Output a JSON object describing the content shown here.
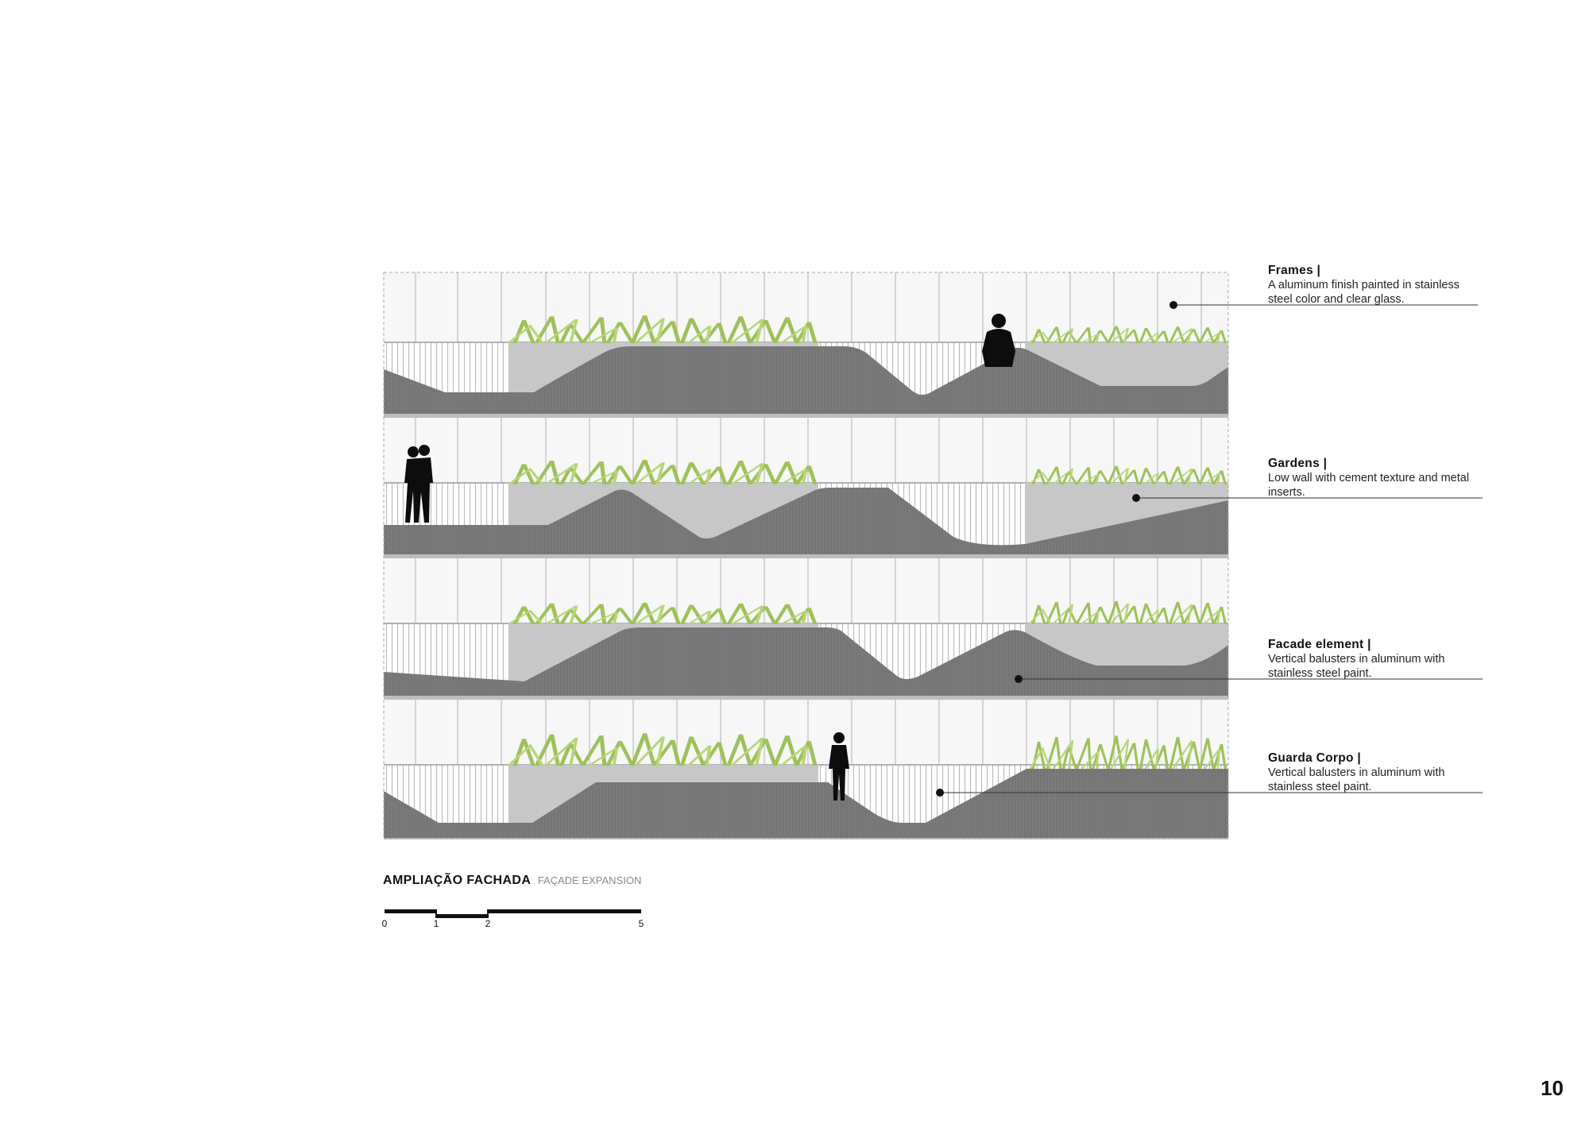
{
  "annotations": [
    {
      "title": "Frames |",
      "text_line1": "A aluminum finish painted in stainless",
      "text_line2": "steel color and clear glass."
    },
    {
      "title": "Gardens |",
      "text_line1": "Low wall with cement texture and metal",
      "text_line2": "inserts."
    },
    {
      "title": "Facade element |",
      "text_line1": "Vertical balusters in aluminum with",
      "text_line2": "stainless steel paint."
    },
    {
      "title": "Guarda Corpo |",
      "text_line1": "Vertical balusters in aluminum with",
      "text_line2": "stainless steel paint."
    }
  ],
  "drawing_title": {
    "main": "AMPLIAÇÃO FACHADA",
    "sub": "FAÇADE EXPANSION"
  },
  "scale_bar": {
    "ticks": [
      "0",
      "1",
      "2",
      "5"
    ]
  },
  "page_number": "10",
  "colors": {
    "ramp": "#7a7a7a",
    "planter": "#c7c7c7",
    "grass": "#9fc15a",
    "glass": "#f7f7f7",
    "mullion": "#c9c9c9",
    "silhouette": "#0d0d0d"
  }
}
